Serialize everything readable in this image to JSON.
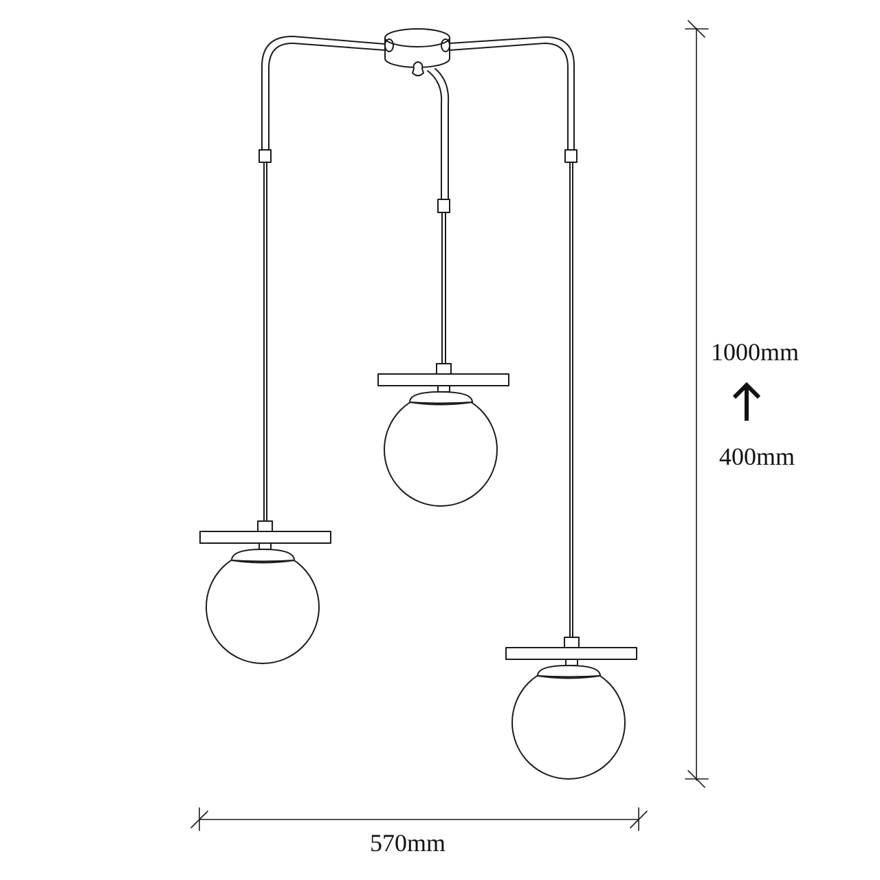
{
  "diagram": {
    "subject": "three-light pendant lamp with globe shades",
    "line_color": "#1a1a1a",
    "background": "#ffffff"
  },
  "dimensions": {
    "height_max": "1000mm",
    "height_min": "400mm",
    "width": "570mm",
    "adjust_arrow": "up-arrow-icon"
  },
  "components": {
    "canopy": "ceiling canopy",
    "pendants": [
      {
        "position": "left",
        "shade": "globe"
      },
      {
        "position": "center",
        "shade": "globe"
      },
      {
        "position": "right",
        "shade": "globe"
      }
    ]
  }
}
